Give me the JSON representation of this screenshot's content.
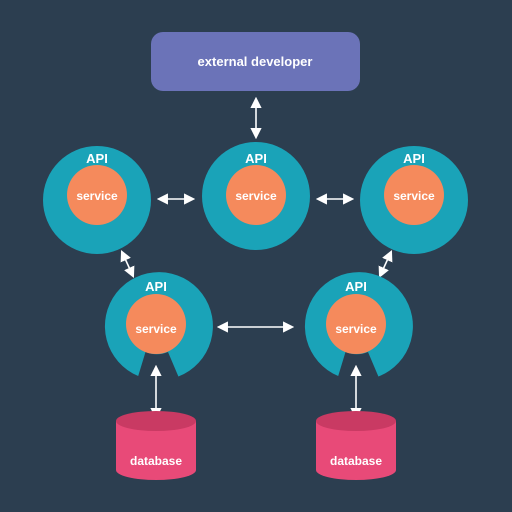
{
  "colors": {
    "background": "#2c3e50",
    "developer": "#6b73b8",
    "api_ring": "#1aa3b8",
    "service": "#f58a5c",
    "database": "#e84a78",
    "database_dark": "#c93a63",
    "arrow": "#ffffff",
    "text": "#ffffff"
  },
  "developer": {
    "label": "external developer"
  },
  "nodes": [
    {
      "id": "n1",
      "api_label": "API",
      "service_label": "service"
    },
    {
      "id": "n2",
      "api_label": "API",
      "service_label": "service"
    },
    {
      "id": "n3",
      "api_label": "API",
      "service_label": "service"
    },
    {
      "id": "n4",
      "api_label": "API",
      "service_label": "service"
    },
    {
      "id": "n5",
      "api_label": "API",
      "service_label": "service"
    }
  ],
  "databases": [
    {
      "label": "database"
    },
    {
      "label": "database"
    }
  ]
}
